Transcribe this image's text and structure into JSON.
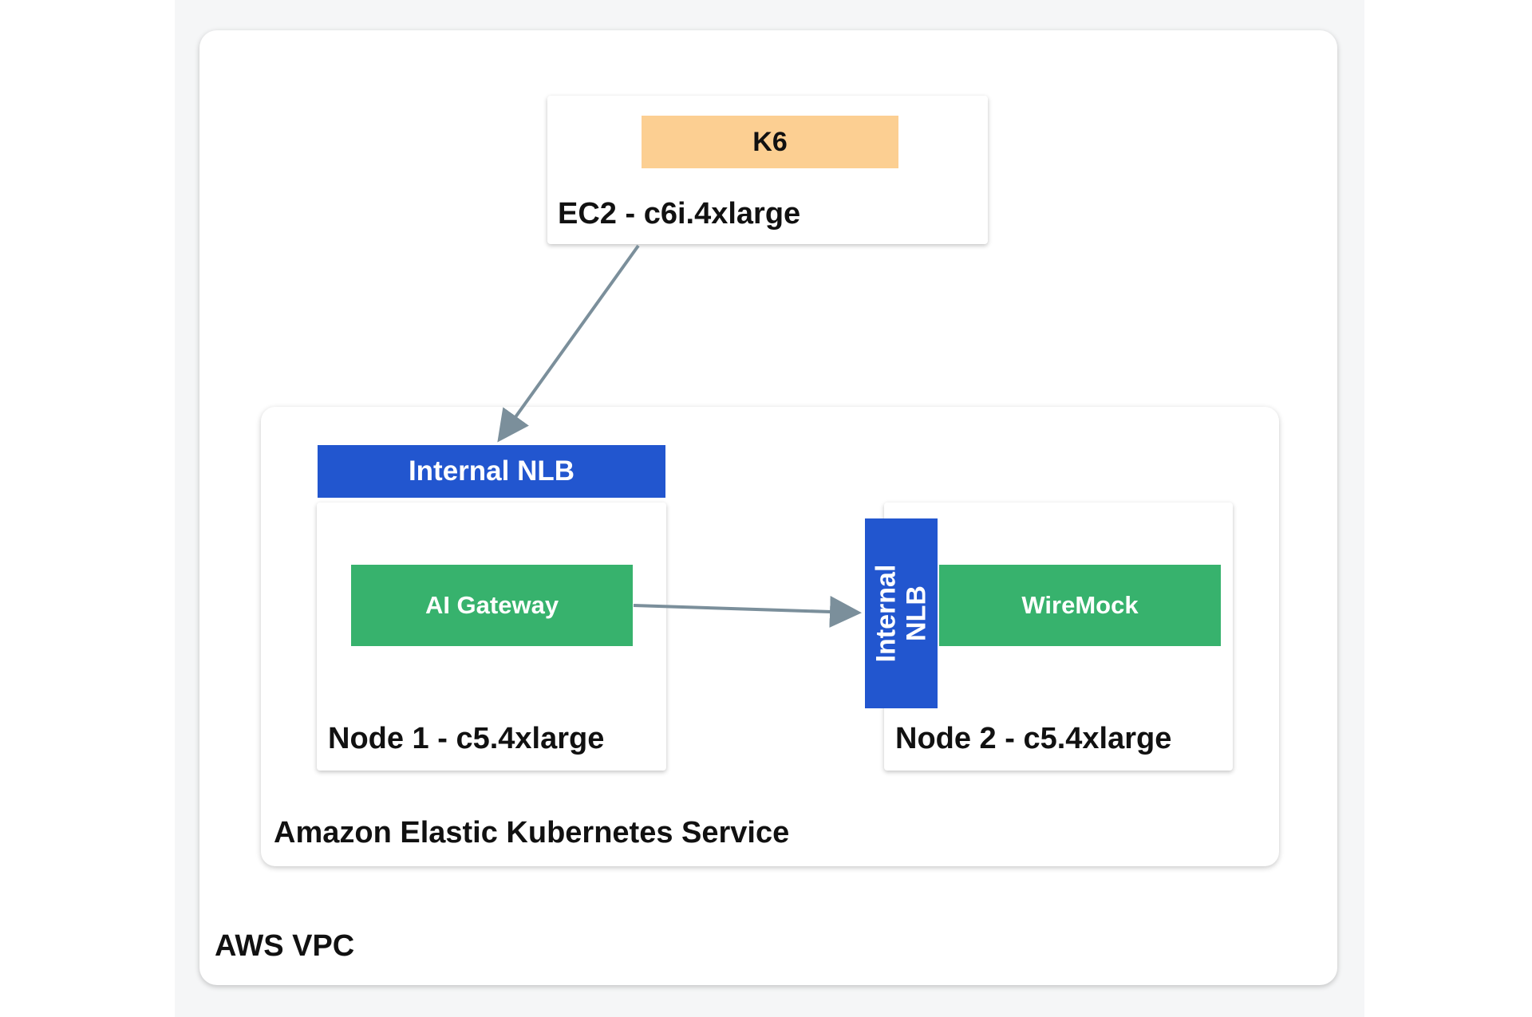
{
  "vpc": {
    "label": "AWS VPC"
  },
  "eks": {
    "label": "Amazon Elastic Kubernetes Service"
  },
  "ec2": {
    "label": "EC2 - c6i.4xlarge",
    "k6_label": "K6"
  },
  "internal_nlb_top": {
    "label": "Internal NLB"
  },
  "node1": {
    "label": "Node 1 - c5.4xlarge",
    "service_label": "AI Gateway"
  },
  "node2": {
    "label": "Node 2 - c5.4xlarge",
    "service_label": "WireMock"
  },
  "internal_nlb_side": {
    "line1": "Internal",
    "line2": "NLB"
  },
  "colors": {
    "k6": "#fccf92",
    "nlb": "#2256cf",
    "service": "#37b26d",
    "arrow": "#7b8f9b",
    "background": "#f5f6f7"
  }
}
